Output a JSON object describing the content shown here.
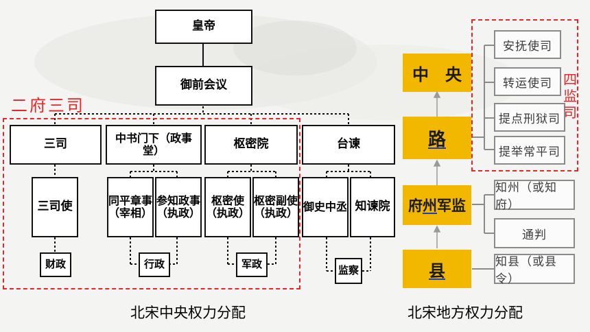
{
  "central": {
    "emperor": "皇帝",
    "council": "御前会议",
    "departments": [
      "三司",
      "中书门下（政事堂）",
      "枢密院",
      "台谏"
    ],
    "officials": [
      [
        "三司使"
      ],
      [
        "同平章事",
        "（宰相）"
      ],
      [
        "参知政事",
        "（执政）"
      ],
      [
        "枢密使",
        "（执政）"
      ],
      [
        "枢密副使",
        "（执政）"
      ],
      [
        "御史中丞"
      ],
      [
        "知谏院"
      ]
    ],
    "functions": [
      "财政",
      "行政",
      "军政",
      "监察"
    ],
    "group_label": "二府三司",
    "caption": "北宋中央权力分配"
  },
  "local": {
    "levels": {
      "center": "中　央",
      "lu": "路",
      "fu_prefix": "府",
      "fu_underlined": "州",
      "fu_suffix": "军监",
      "xian": "县"
    },
    "four_supervisors": [
      "安抚使司",
      "转运使司",
      "提点刑狱司",
      "提举常平司"
    ],
    "four_supervisors_label": [
      "四",
      "监",
      "司"
    ],
    "prefecture_officials": [
      "知州（或知府）",
      "通判"
    ],
    "county_officials": [
      "知县（或县令）"
    ],
    "caption": "北宋地方权力分配"
  },
  "colors": {
    "accent_red": "#e8262a",
    "gold": "#f2b800",
    "underline_blue": "#1a3ccf"
  }
}
